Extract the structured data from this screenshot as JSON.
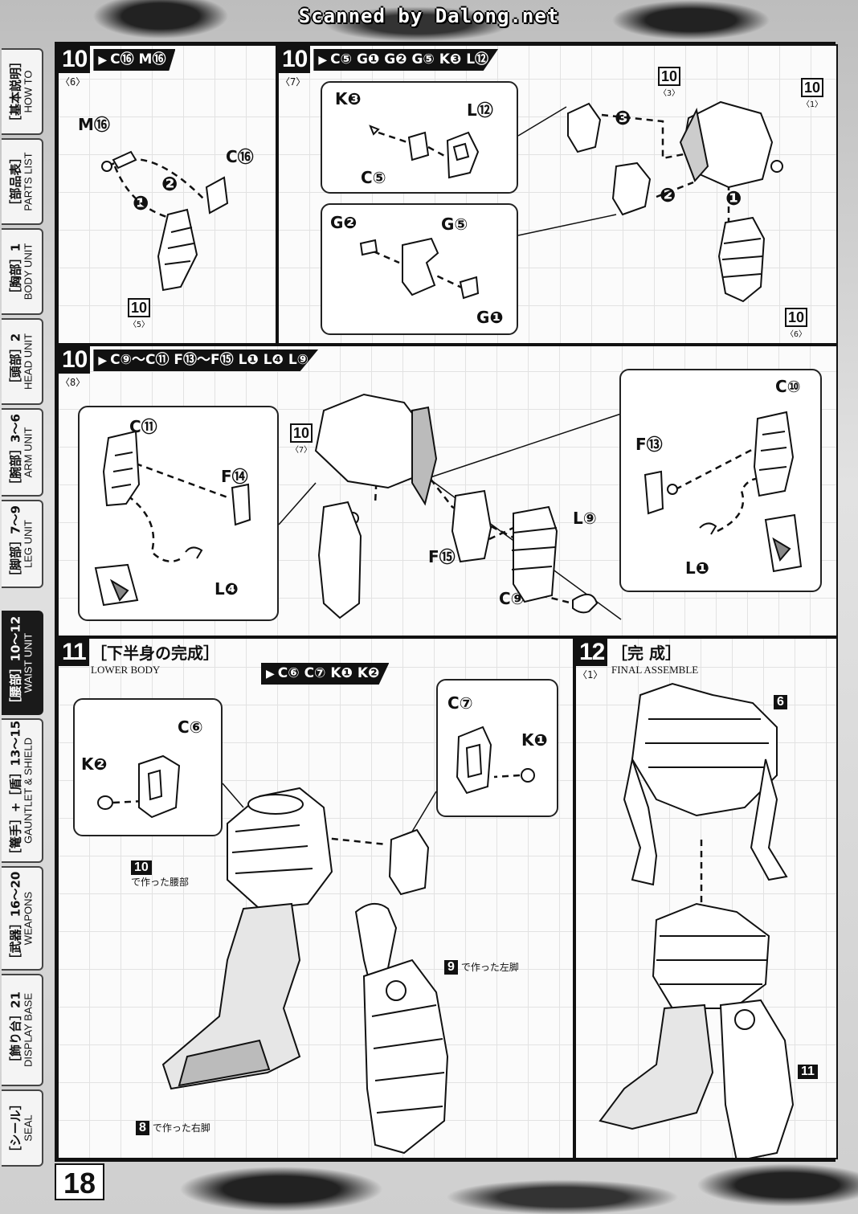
{
  "header": {
    "scan_credit": "Scanned by Dalong.net"
  },
  "page_number": "18",
  "tabs": [
    {
      "jp": "［基本説明］",
      "en": "HOW TO"
    },
    {
      "jp": "［部品表］",
      "en": "PARTS LIST"
    },
    {
      "jp": "［胸部］1",
      "en": "BODY UNIT"
    },
    {
      "jp": "［頭部］2",
      "en": "HEAD UNIT"
    },
    {
      "jp": "［腕部］3〜6",
      "en": "ARM UNIT"
    },
    {
      "jp": "［脚部］7〜9",
      "en": "LEG UNIT"
    },
    {
      "jp": "［腰部］10〜12",
      "en": "WAIST UNIT"
    },
    {
      "jp": "［篭手］+［盾］13〜15",
      "en": "GAUNTLET & SHIELD"
    },
    {
      "jp": "［武器］16〜20",
      "en": "WEAPONS"
    },
    {
      "jp": "［飾り台］21",
      "en": "DISPLAY BASE"
    },
    {
      "jp": "［シール］",
      "en": "SEAL"
    }
  ],
  "steps": {
    "s10_6": {
      "num": "10",
      "sub": "〈6〉",
      "parts": "C⑯ M⑯",
      "labels": {
        "m16": "M⑯",
        "c16": "C⑯"
      },
      "ref": {
        "n": "10",
        "s": "〈5〉"
      },
      "order": [
        "❶",
        "❷"
      ]
    },
    "s10_7": {
      "num": "10",
      "sub": "〈7〉",
      "parts": "C⑤ G❶ G❷ G⑤ K❸ L⑫",
      "labels": {
        "k3": "K❸",
        "l12": "L⑫",
        "c5": "C⑤",
        "g2": "G❷",
        "g5": "G⑤",
        "g1": "G❶"
      },
      "refs": [
        {
          "n": "10",
          "s": "〈3〉"
        },
        {
          "n": "10",
          "s": "〈1〉"
        },
        {
          "n": "10",
          "s": "〈6〉"
        }
      ],
      "order": [
        "❶",
        "❷",
        "❸"
      ]
    },
    "s10_8": {
      "num": "10",
      "sub": "〈8〉",
      "parts": "C⑨〜C⑪ F⑬〜F⑮ L❶ L❹ L⑨",
      "labels": {
        "c11": "C⑪",
        "f14": "F⑭",
        "l4": "L❹",
        "c10": "C⑩",
        "f13": "F⑬",
        "l1": "L❶",
        "l9": "L⑨",
        "f15": "F⑮",
        "c9": "C⑨"
      },
      "ref": {
        "n": "10",
        "s": "〈7〉"
      }
    },
    "s11": {
      "num": "11",
      "title_jp": "［下半身の完成］",
      "title_en": "LOWER BODY",
      "parts": "C⑥ C⑦ K❶ K❷",
      "labels": {
        "c6": "C⑥",
        "k2": "K❷",
        "c7": "C⑦",
        "k1": "K❶"
      },
      "notes": [
        {
          "n": "10",
          "text": "で作った腰部"
        },
        {
          "n": "9",
          "text": "で作った左脚"
        },
        {
          "n": "8",
          "text": "で作った右脚"
        }
      ]
    },
    "s12": {
      "num": "12",
      "sub": "〈1〉",
      "title_jp": "［完 成］",
      "title_en": "FINAL ASSEMBLE",
      "markers": [
        "6",
        "11"
      ]
    }
  }
}
